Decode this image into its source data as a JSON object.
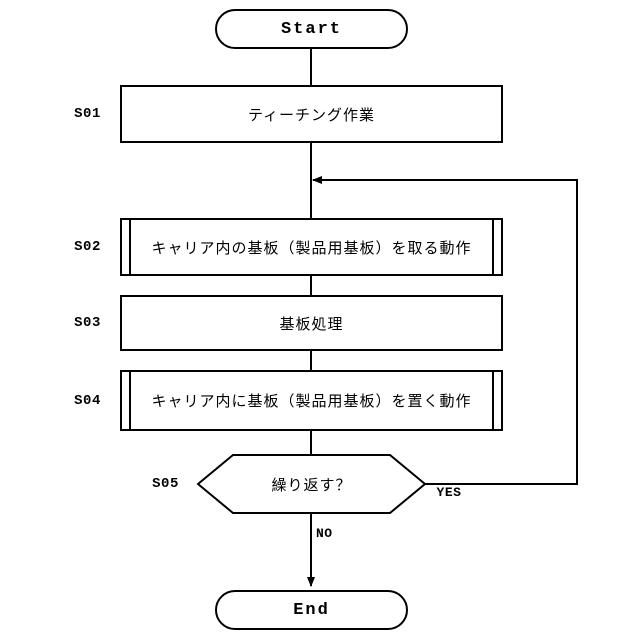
{
  "diagram": {
    "title": "Substrate processing flowchart",
    "stroke_color": "#000000",
    "fill_color": "#ffffff",
    "background_color": "#ffffff"
  },
  "nodes": {
    "start": {
      "label": "Start",
      "shape": "terminator"
    },
    "s01": {
      "step_id": "S01",
      "label": "ティーチング作業",
      "shape": "process"
    },
    "s02": {
      "step_id": "S02",
      "label": "キャリア内の基板（製品用基板）を取る動作",
      "shape": "predefined-process"
    },
    "s03": {
      "step_id": "S03",
      "label": "基板処理",
      "shape": "process"
    },
    "s04": {
      "step_id": "S04",
      "label": "キャリア内に基板（製品用基板）を置く動作",
      "shape": "predefined-process"
    },
    "s05": {
      "step_id": "S05",
      "label": "繰り返す？",
      "shape": "decision-hexagon"
    },
    "end": {
      "label": "End",
      "shape": "terminator"
    }
  },
  "edges": {
    "yes_label": "YES",
    "no_label": "NO"
  }
}
